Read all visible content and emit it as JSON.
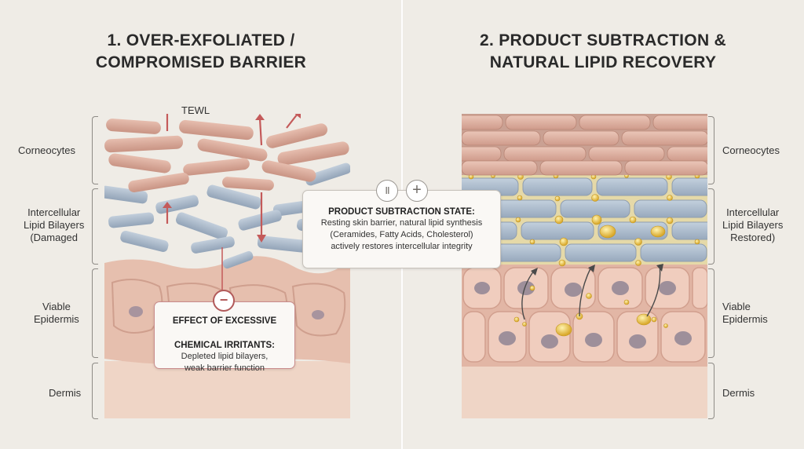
{
  "left": {
    "title_line1": "1. OVER-EXFOLIATED /",
    "title_line2": "COMPROMISED BARRIER",
    "tewl_label": "TEWL",
    "layers": {
      "corneocytes": "Corneocytes",
      "lipid_l1": "Intercellular",
      "lipid_l2": "Lipid Bilayers",
      "lipid_l3": "(Damaged",
      "viable_l1": "Viable",
      "viable_l2": "Epidermis",
      "dermis": "Dermis"
    },
    "callout": {
      "heading_l1": "EFFECT OF EXCESSIVE",
      "heading_l2": "CHEMICAL IRRITANTS:",
      "body_l1": "Depleted lipid bilayers,",
      "body_l2": "weak barrier function"
    }
  },
  "right": {
    "title_line1": "2. PRODUCT SUBTRACTION &",
    "title_line2": "NATURAL LIPID RECOVERY",
    "layers": {
      "corneocytes": "Corneocytes",
      "lipid_l1": "Intercellular",
      "lipid_l2": "Lipid Bilayers",
      "lipid_l3": "Restored)",
      "viable_l1": "Viable",
      "viable_l2": "Epidermis",
      "dermis": "Dermis"
    }
  },
  "state_callout": {
    "heading": "PRODUCT SUBTRACTION STATE:",
    "body_l1": "Resting skin barrier, natural lipid synthesis",
    "body_l2": "(Ceramides, Fatty Acids, Cholesterol)",
    "body_l3": "actively restores intercellular integrity"
  },
  "controls": {
    "pause_glyph": "II",
    "plus_glyph": "+"
  },
  "colors": {
    "background": "#efece6",
    "corneocyte": "#d9ab9c",
    "lipid": "#a9b8ca",
    "epidermis": "#e8c3b2",
    "dermis": "#efd5c6",
    "nucleus": "#9e8f9a",
    "lipid_gold": "#e8c14a",
    "tewl_arrow": "#c45a5a"
  }
}
